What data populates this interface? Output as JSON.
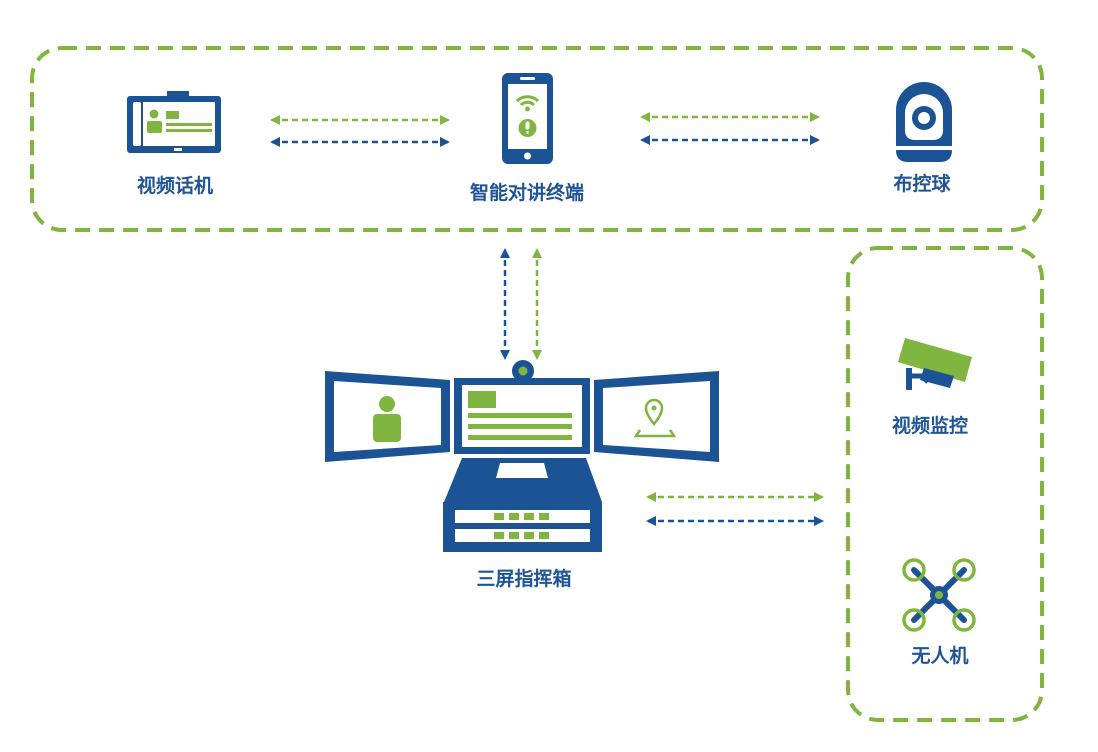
{
  "colors": {
    "blue": "#1c5394",
    "green": "#80b540",
    "label": "#1f5496"
  },
  "nodes": {
    "video_phone": {
      "label": "视频话机",
      "icon": "video-phone-icon"
    },
    "smart_terminal": {
      "label": "智能对讲终端",
      "icon": "smartphone-icon"
    },
    "dome_camera": {
      "label": "布控球",
      "icon": "dome-camera-icon"
    },
    "command_box": {
      "label": "三屏指挥箱",
      "icon": "three-screen-command-box-icon"
    },
    "video_monitor": {
      "label": "视频监控",
      "icon": "cctv-camera-icon"
    },
    "drone": {
      "label": "无人机",
      "icon": "drone-icon"
    }
  },
  "groups": [
    {
      "name": "top-group",
      "members": [
        "video_phone",
        "smart_terminal",
        "dome_camera"
      ]
    },
    {
      "name": "right-group",
      "members": [
        "video_monitor",
        "drone"
      ]
    }
  ],
  "links": [
    {
      "from": "video_phone",
      "to": "smart_terminal"
    },
    {
      "from": "smart_terminal",
      "to": "dome_camera"
    },
    {
      "from": "smart_terminal",
      "to": "command_box"
    },
    {
      "from": "command_box",
      "to": "right-group"
    }
  ]
}
